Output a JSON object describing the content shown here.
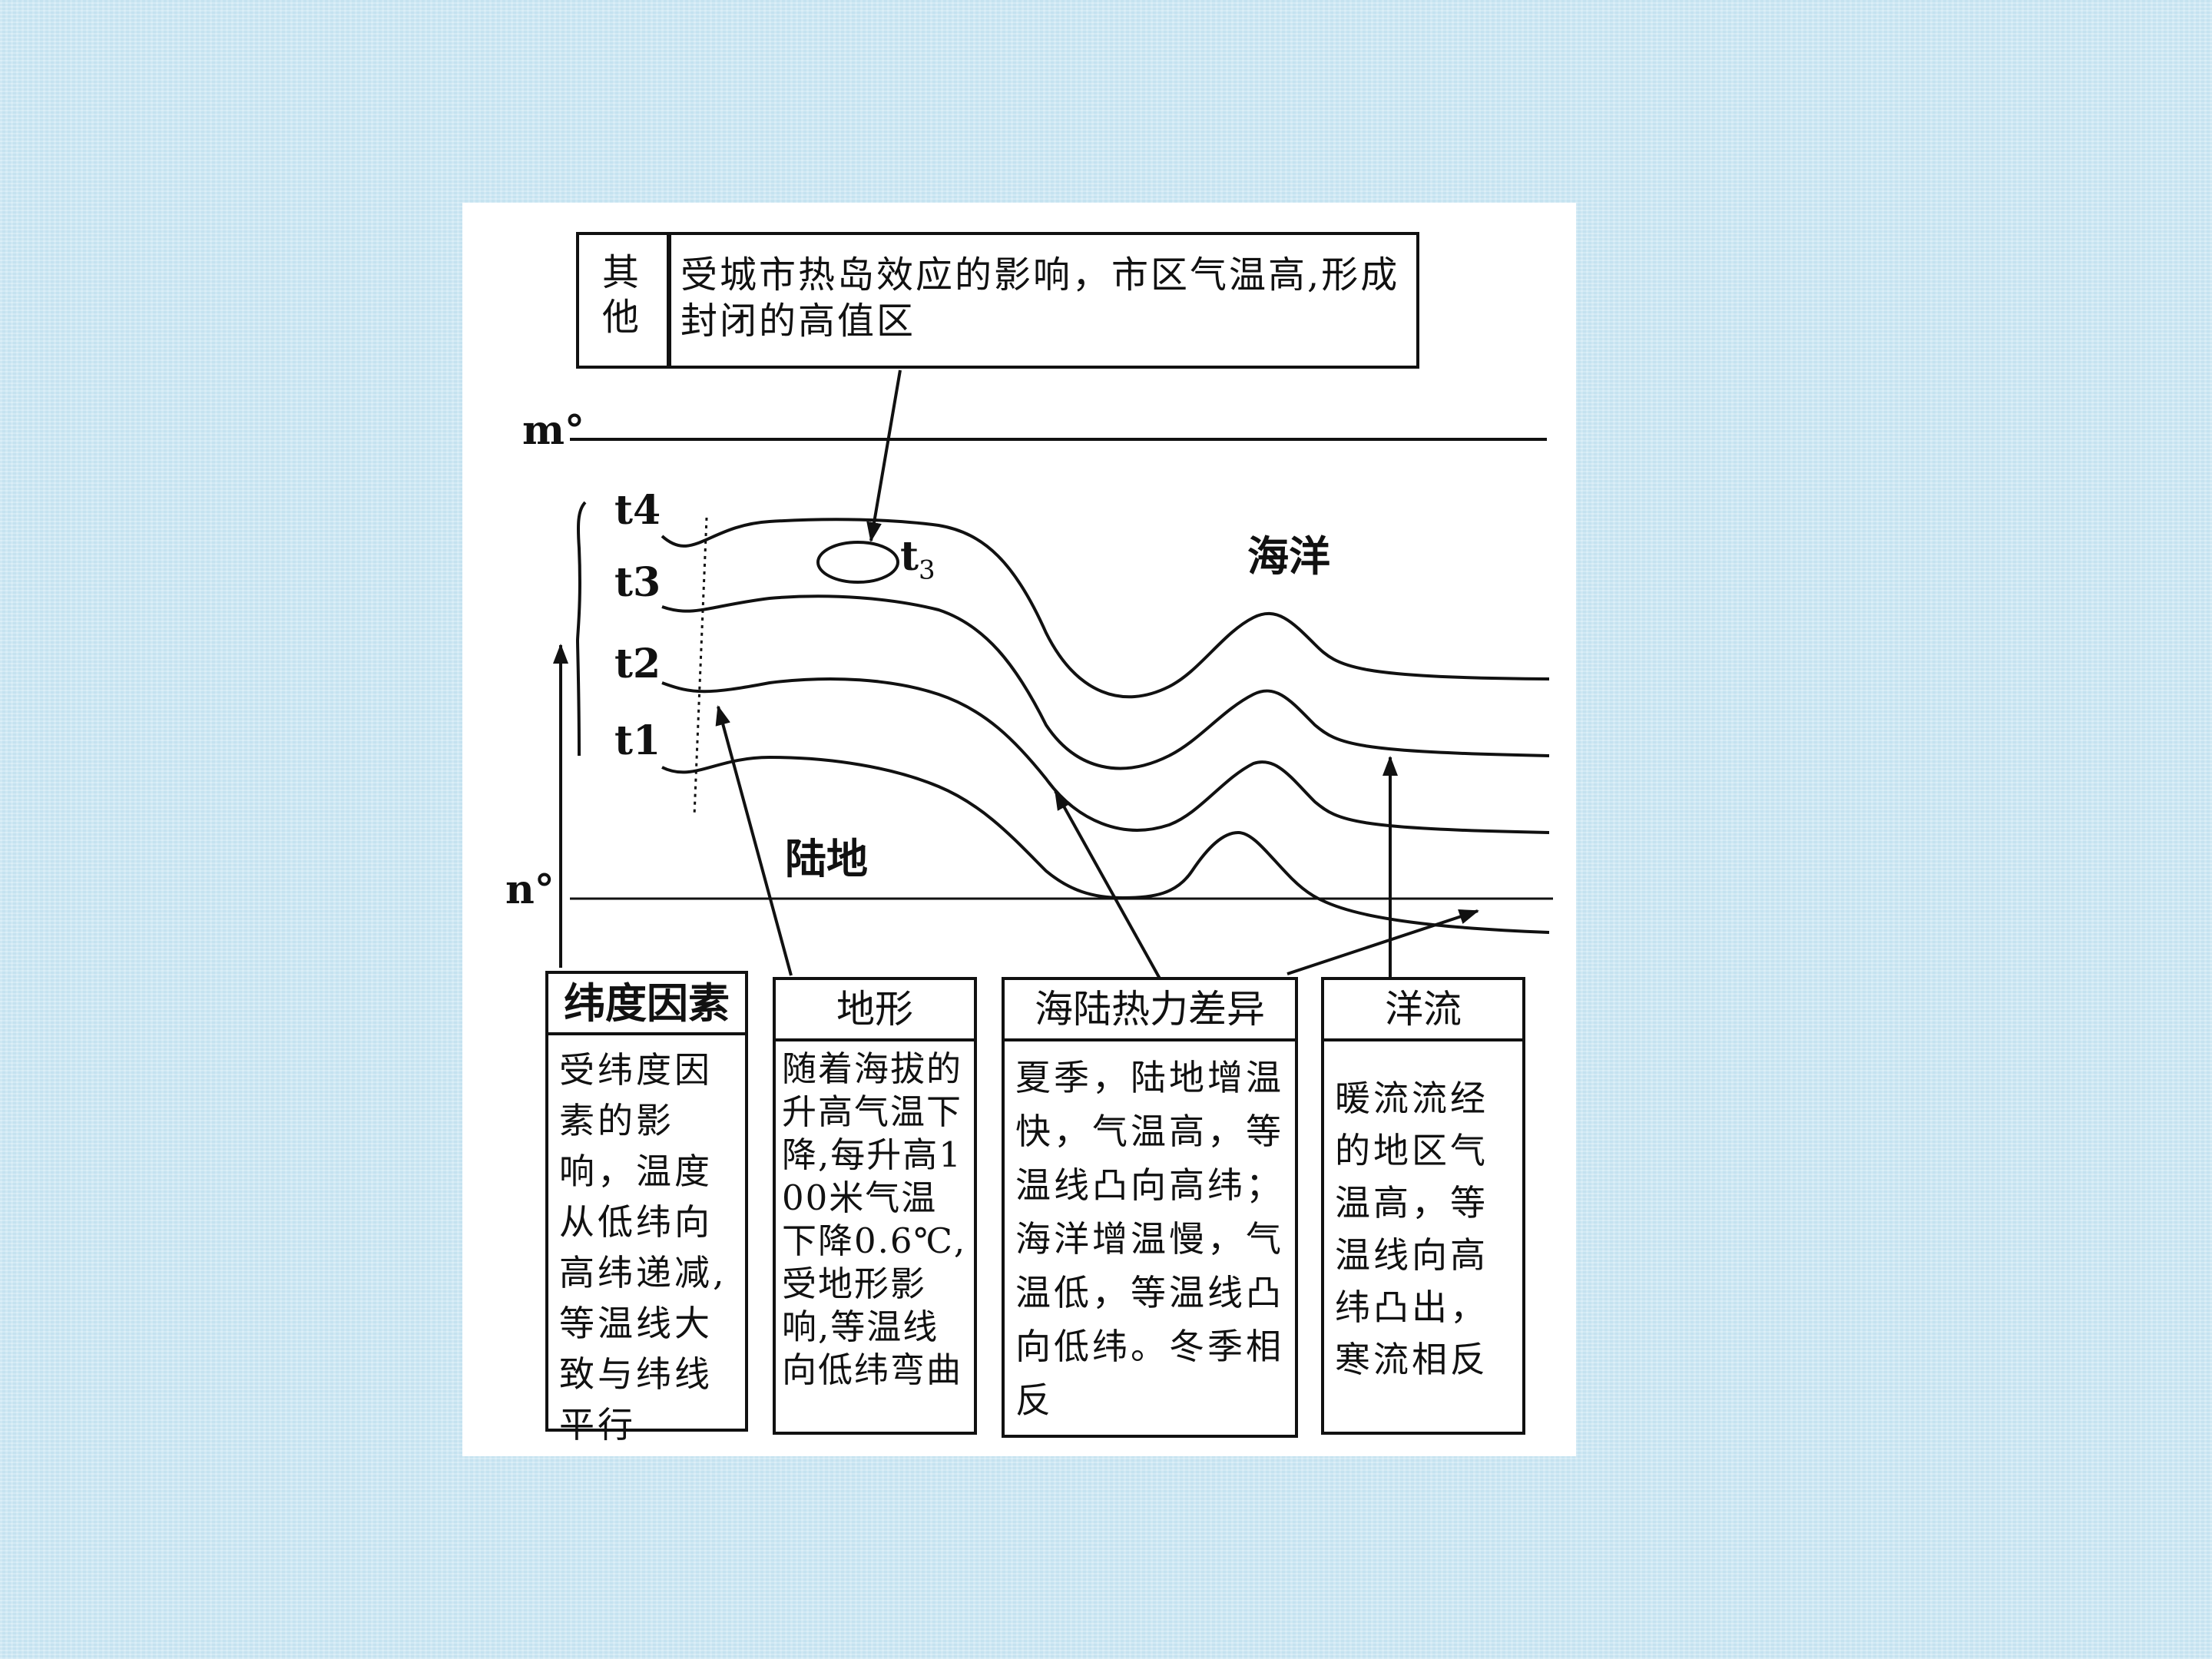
{
  "callout_other": {
    "tag": "其他",
    "text": "受城市热岛效应的影响，市区气温高,形成封闭的高值区"
  },
  "latitude_labels": {
    "top": "m°",
    "bottom": "n°"
  },
  "isotherm_labels": {
    "t4": "t4",
    "t3": "t3",
    "t2": "t2",
    "t1": "t1",
    "heat_island": "t3"
  },
  "region_labels": {
    "ocean": "海洋",
    "land": "陆地"
  },
  "factors": [
    {
      "title": "纬度因素",
      "text": "受纬度因素的影响，温度从低纬向高纬递减,等温线大致与纬线平行"
    },
    {
      "title": "地形",
      "text": "随着海拔的升高气温下降,每升高100米气温下降0.6℃,受地形影响,等温线向低纬弯曲"
    },
    {
      "title": "海陆热力差异",
      "text": "夏季，陆地增温快，气温高，等温线凸向高纬；海洋增温慢，气温低，等温线凸向低纬。冬季相反"
    },
    {
      "title": "洋流",
      "text": "暖流流经的地区气温高，等温线向高纬凸出，寒流相反"
    }
  ],
  "colors": {
    "background": "#cde8f4",
    "panel": "#ffffff",
    "ink": "#111111"
  }
}
